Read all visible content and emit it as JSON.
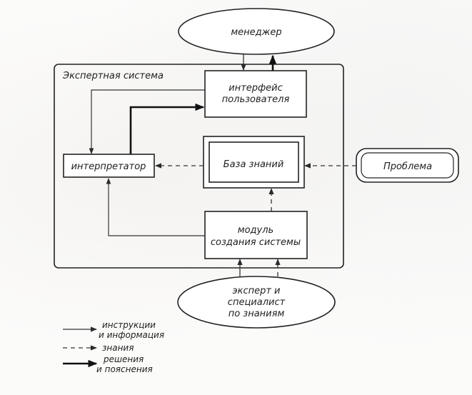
{
  "system_label": "Экспертная система",
  "nodes": {
    "manager": "менеджер",
    "ui_line1": "интерфейс",
    "ui_line2": "пользователя",
    "interpreter": "интерпретатор",
    "kb": "База знаний",
    "module_line1": "модуль",
    "module_line2": "создания системы",
    "expert_line1": "эксперт и",
    "expert_line2": "специалист",
    "expert_line3": "по знаниям",
    "problem": "Проблема"
  },
  "legend": {
    "instructions_line1": "инструкции",
    "instructions_line2": "и информация",
    "knowledge": "знания",
    "decisions_line1": "решения",
    "decisions_line2": "и пояснения"
  },
  "colors": {
    "ink": "#1e1e1e",
    "line": "#333333"
  }
}
